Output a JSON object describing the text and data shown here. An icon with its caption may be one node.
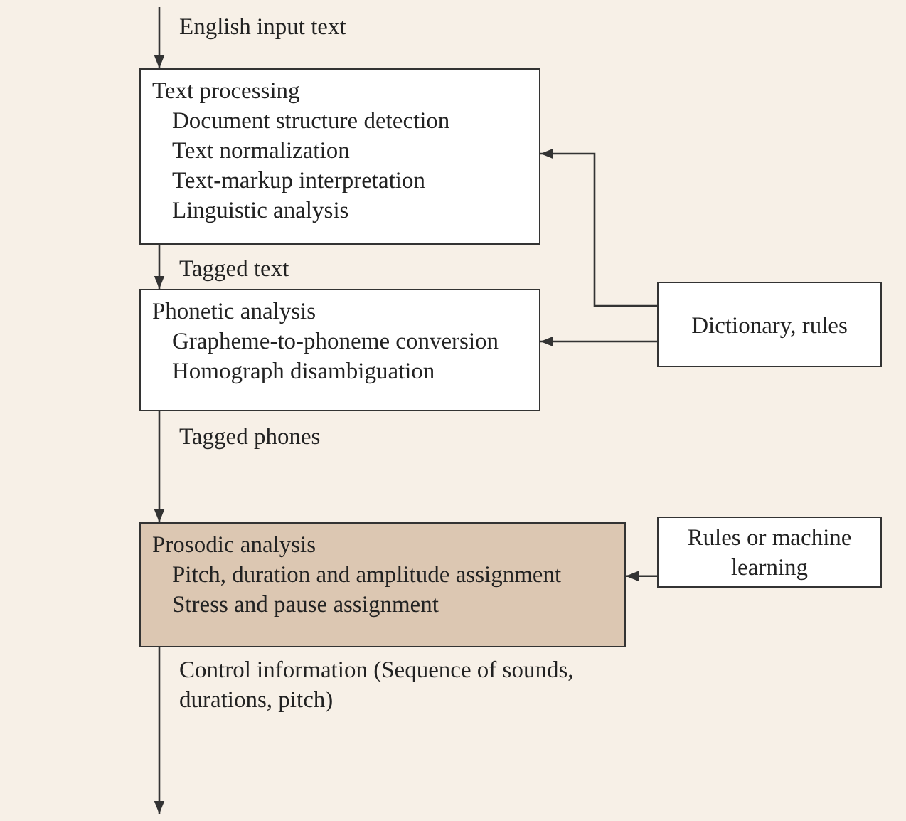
{
  "diagram": {
    "nodes": [
      {
        "text": [
          "Text processing",
          "Document structure detection",
          "Text normalization",
          "Text-markup interpretation",
          "Linguistic analysis"
        ]
      },
      {
        "text": [
          "Phonetic analysis",
          "Grapheme-to-phoneme conversion",
          "Homograph disambiguation"
        ]
      },
      {
        "text": [
          "Prosodic analysis",
          "Pitch, duration and amplitude assignment",
          "Stress and pause assignment"
        ]
      },
      {
        "text": [
          "Dictionary, rules"
        ]
      },
      {
        "text": [
          "Rules or machine learning"
        ]
      }
    ],
    "edges": [
      {
        "from": null,
        "to": 0,
        "arrow": "to",
        "label": "English input text"
      },
      {
        "from": 0,
        "to": 1,
        "arrow": "to",
        "label": "Tagged text"
      },
      {
        "from": 1,
        "to": 2,
        "arrow": "to",
        "label": "Tagged phones"
      },
      {
        "from": 2,
        "to": null,
        "arrow": "to",
        "label": "Control information (Sequence of sounds, durations, pitch)"
      },
      {
        "from": 3,
        "to": 0,
        "arrow": "to"
      },
      {
        "from": 3,
        "to": 1,
        "arrow": "to"
      },
      {
        "from": 4,
        "to": 2,
        "arrow": "to"
      }
    ]
  }
}
